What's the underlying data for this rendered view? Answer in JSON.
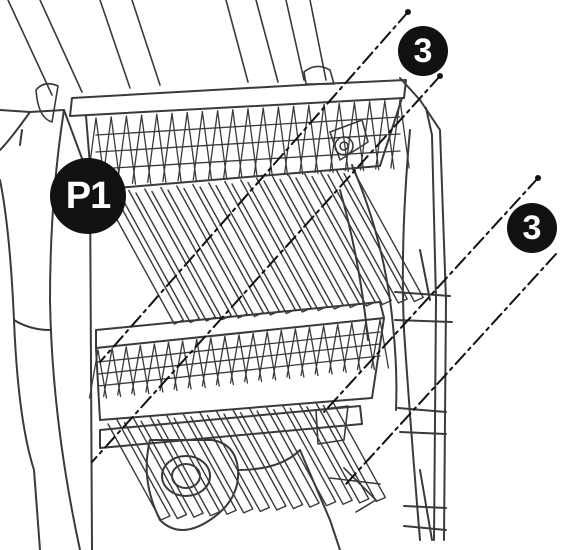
{
  "colors": {
    "line": "#3a3a3a",
    "badge_fill": "#111111",
    "badge_text": "#ffffff"
  },
  "callouts": {
    "part": "P1",
    "step_top": "3",
    "step_right": "3"
  }
}
